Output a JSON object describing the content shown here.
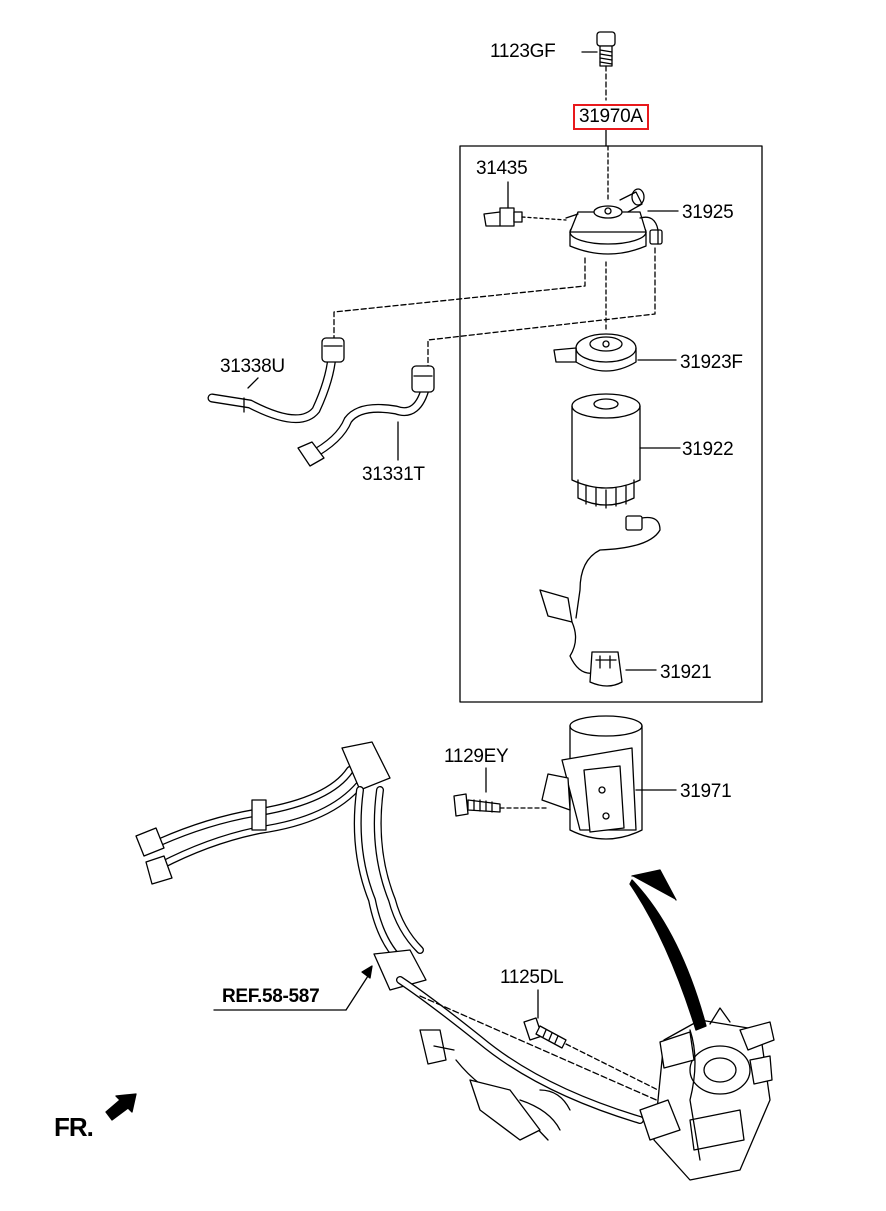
{
  "labels": {
    "bolt_top": "1123GF",
    "assembly": "31970A",
    "sensor": "31435",
    "head": "31925",
    "hose_1": "31338U",
    "hose_2": "31331T",
    "seal": "31923F",
    "filter": "31922",
    "heater": "31921",
    "bolt_bracket": "1129EY",
    "bracket": "31971",
    "bolt_bottom": "1125DL",
    "reference": "REF.58-587",
    "front": "FR."
  },
  "colors": {
    "line": "#000000",
    "highlight_box": "#e8191c",
    "background": "#ffffff"
  }
}
